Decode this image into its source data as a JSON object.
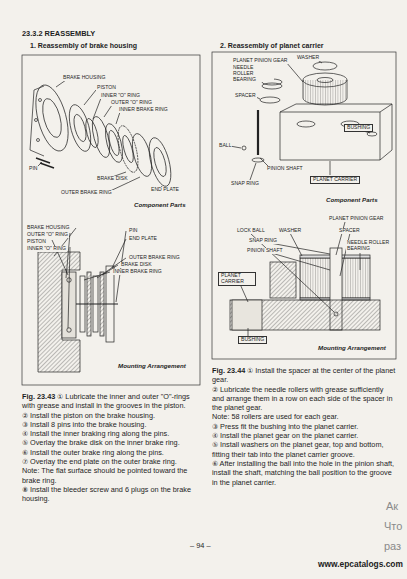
{
  "diagram": {
    "title": "23.3.2 REASSEMBLY",
    "labels": [
      "1. Reassembly of brake housing",
      "BRAKE HOUSING",
      "PISTON",
      "INNER \"O\" RING",
      "OUTER \"O\" RING",
      "INNER BRAKE RING",
      "PIN",
      "BRAKE DISK",
      "OUTER BRAKE RING",
      "END PLATE",
      "Component Parts",
      "BRAKE HOUSING",
      "OUTER \"O\" RING",
      "PISTON",
      "INNER \"O\" RING",
      "PIN",
      "END PLATE",
      "OUTER BRAKE RING",
      "BRAKE DISK",
      "INNER BRAKE RING",
      "Mounting Arrangement",
      "Fig. 23.43",
      "① Lubricate the inner and outer \"O\"-rings with grease and install in the grooves in the piston.",
      "② Install the piston on the brake housing.",
      "③ Install 8 pins into the brake housing.",
      "④ Install the inner braking ring along the pins.",
      "⑤ Overlay the brake disk on the inner brake ring.",
      "⑥ Install the outer brake ring along the pins.",
      "⑦ Overlay the end plate on the outer brake ring.",
      "Note: The flat surface should be pointed toward the brake ring.",
      "⑧ Install the bleeder screw and 6 plugs on the brake housing.",
      "2. Reassembly of planet carrier",
      "WASHER",
      "PLANET PINION GEAR",
      "NEEDLE ROLLER BEARING",
      "SPACER",
      "BUSHING",
      "BALL",
      "PINION SHAFT",
      "PLANET CARRIER",
      "SNAP RING",
      "Component Parts",
      "PLANET PINION GEAR",
      "LOCK BALL",
      "WASHER",
      "SPACER",
      "SNAP RING",
      "NEEDLE ROLLER BEARING",
      "PINION SHAFT",
      "PLANET CARRIER",
      "BUSHING",
      "Mounting Arrangement",
      "Fig. 23.44",
      "① Install the spacer at the center of the planet gear.",
      "② Lubricate the needle rollers with grease sufficiently and arrange them in a row on each side of the spacer in the planet gear.",
      "Note: 58 rollers are used for each gear.",
      "③ Press fit the bushing into the planet carrier.",
      "④ Install the planet gear on the planet carrier.",
      "⑤ Install washers on the planet gear, top and bottom, fitting their tab into the planet carrier groove.",
      "⑥ After installing the ball into the hole in the pinion shaft, install the shaft, matching the ball position to the groove in the planet carrier.",
      "– 94 –",
      "www.epcatalogs.com",
      "Ак",
      "Что",
      "раз"
    ]
  }
}
